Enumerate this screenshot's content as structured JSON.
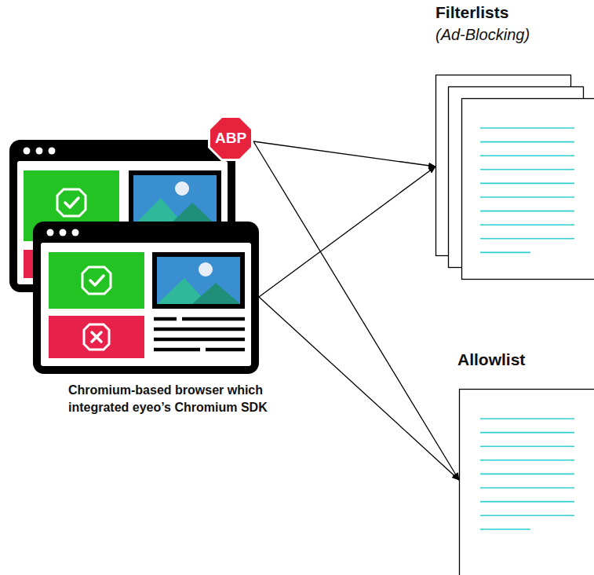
{
  "diagram": {
    "nodes": [
      {
        "text": [
          "Chromium-based browser which integrated eyeo’s Chromium SDK"
        ]
      },
      {
        "text": [
          "ABP"
        ]
      },
      {
        "text": [
          "Filterlists",
          "(Ad-Blocking)"
        ]
      },
      {
        "text": [
          "Allowlist"
        ]
      }
    ],
    "edges": [
      {
        "from": 1,
        "to": 2,
        "arrow": "to"
      },
      {
        "from": 1,
        "to": 3,
        "arrow": "to"
      },
      {
        "from": 0,
        "to": 2,
        "arrow": "to"
      },
      {
        "from": 0,
        "to": 3,
        "arrow": "to"
      }
    ]
  }
}
